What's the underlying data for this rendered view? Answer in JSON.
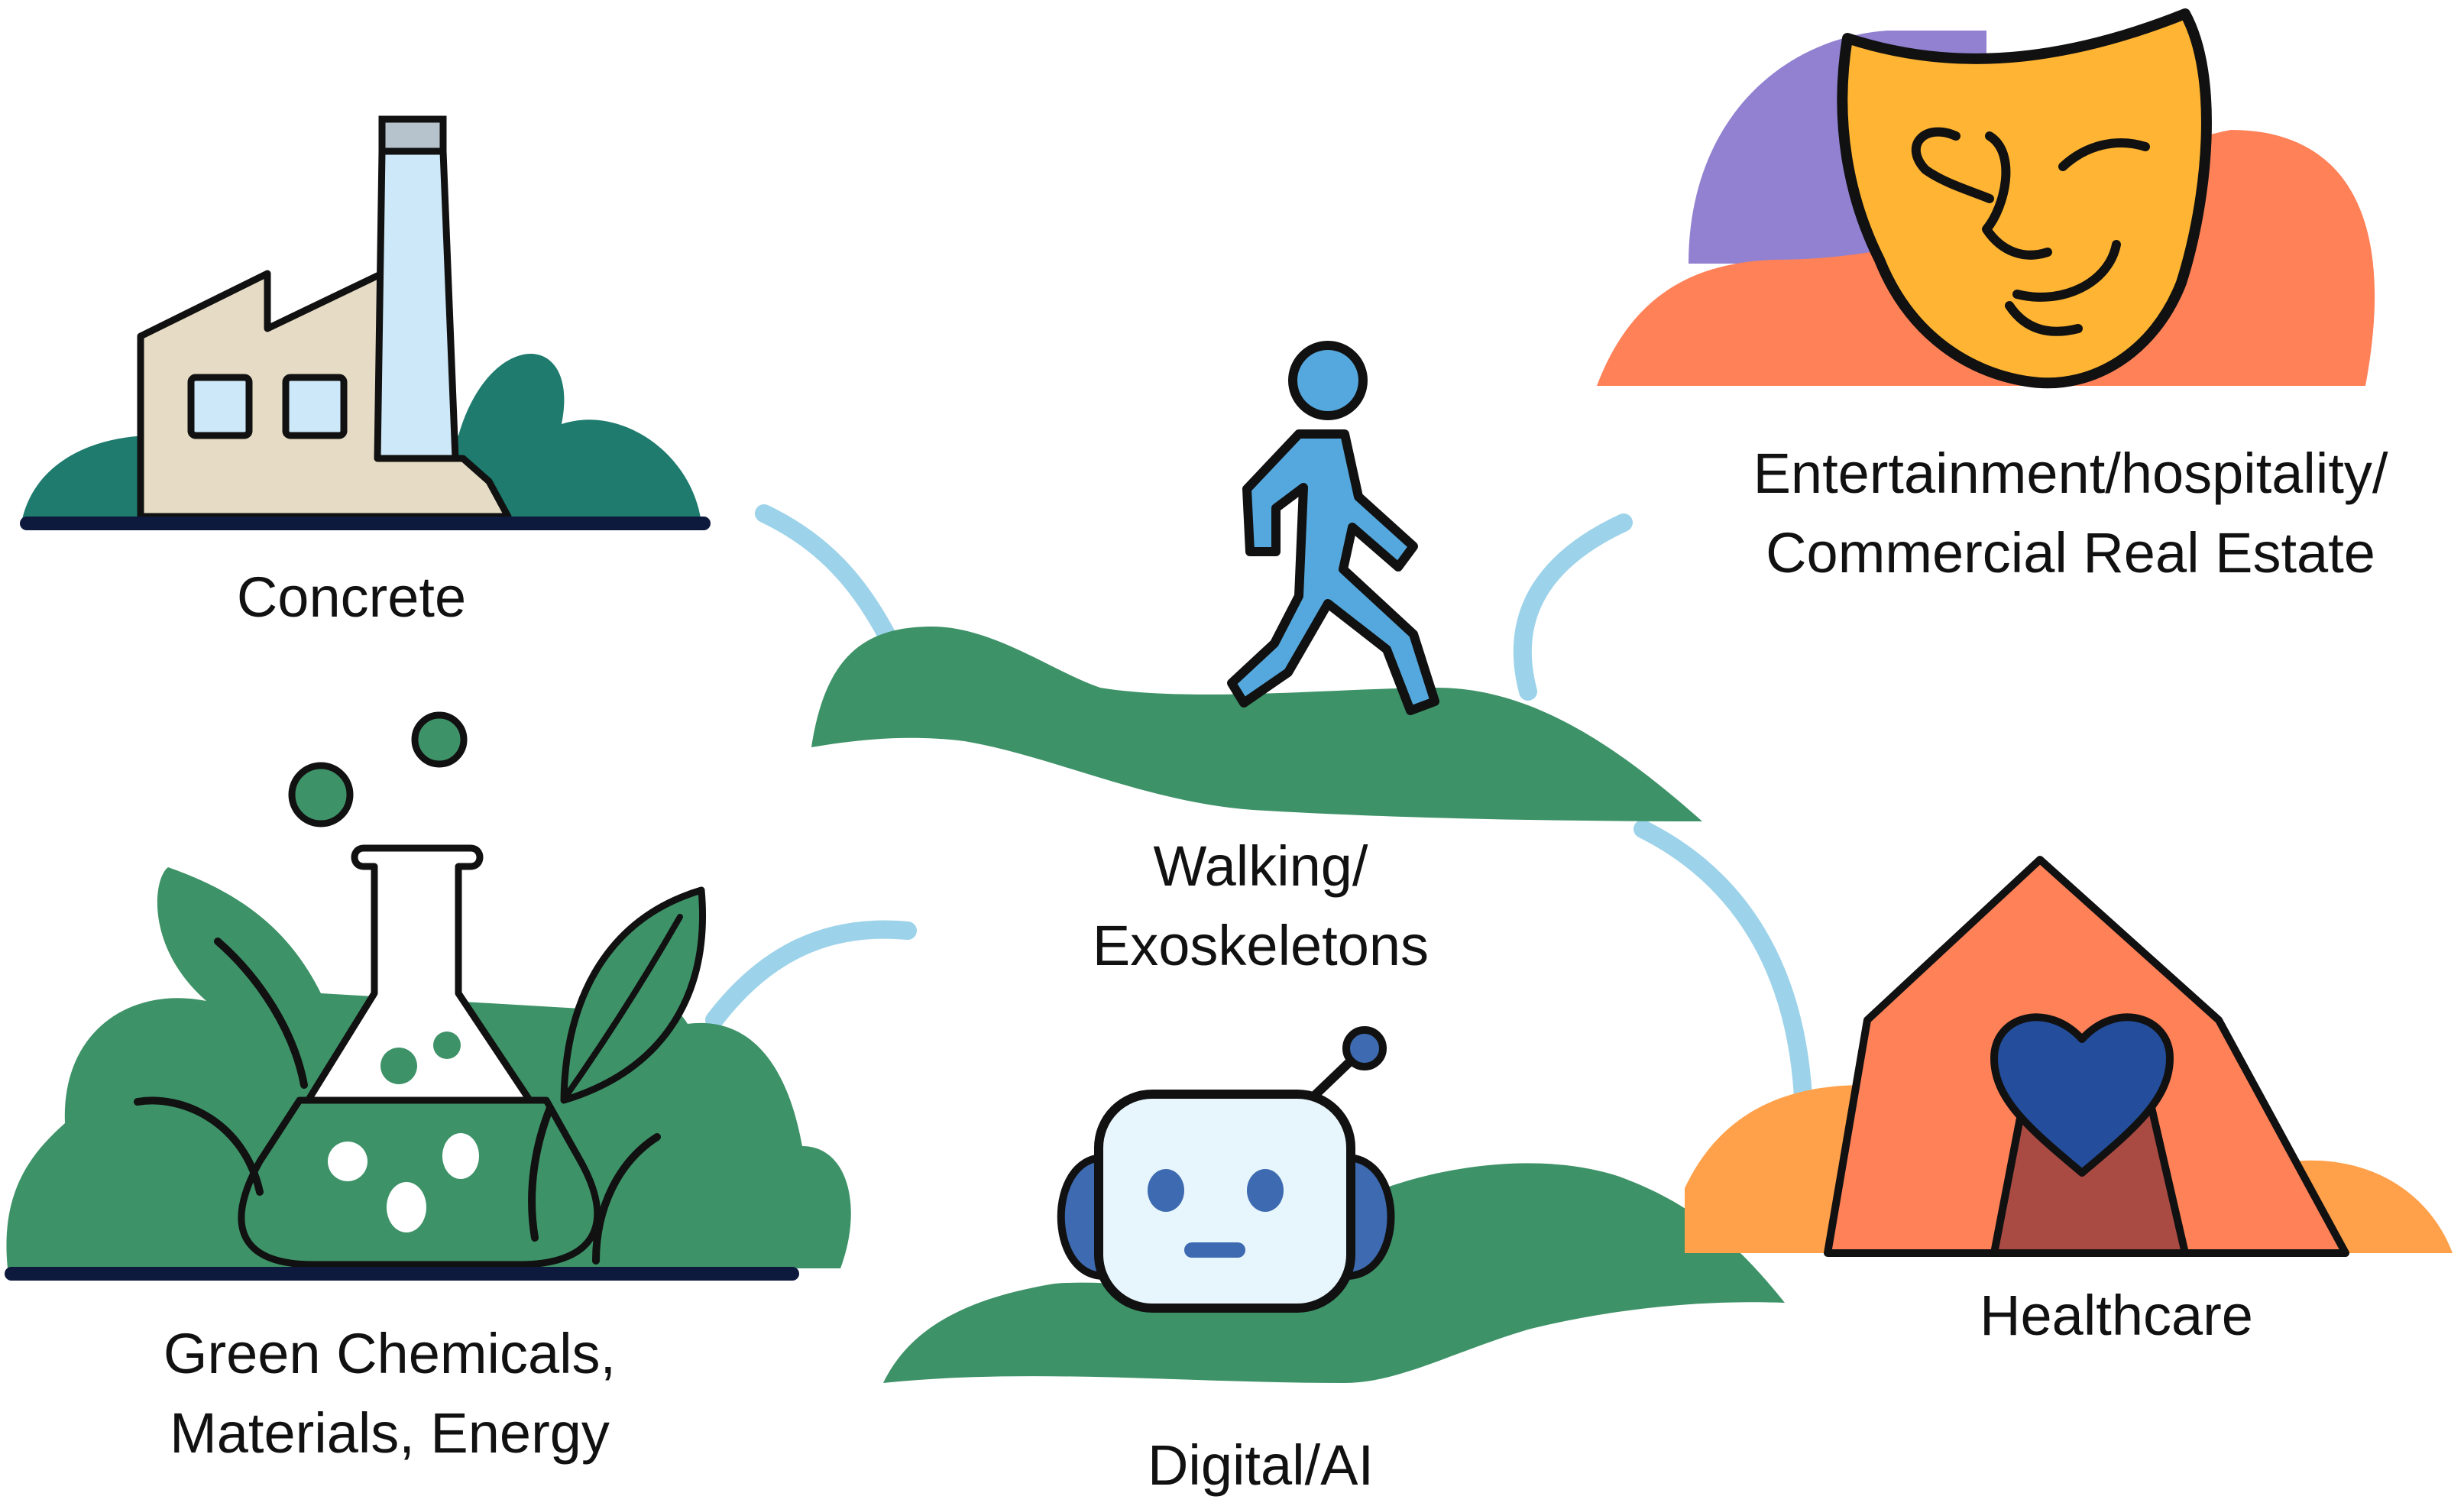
{
  "colors": {
    "dark_green": "#1e7b6e",
    "mid_green": "#3e9268",
    "light_blue": "#cde8f8",
    "connector_blue": "#9dd3ea",
    "walker_blue": "#55a8dd",
    "beige": "#e6dbc4",
    "orange": "#ff8158",
    "purple": "#9281d0",
    "mask_yellow": "#ffb533",
    "light_orange": "#ffa14a",
    "heart_blue": "#244e9c",
    "navy": "#0e1a3d",
    "tent_door": "#a94b43",
    "robot_face": "#e7f5fc",
    "robot_ears": "#3d6ab0"
  },
  "nodes": [
    {
      "id": "concrete",
      "icon": "factory-icon",
      "lines": [
        "Concrete"
      ]
    },
    {
      "id": "green-chem",
      "icon": "flask-leaf-icon",
      "lines": [
        "Green Chemicals,",
        "Materials, Energy"
      ]
    },
    {
      "id": "walking",
      "icon": "walking-person-icon",
      "lines": [
        "Walking/",
        "Exoskeletons"
      ]
    },
    {
      "id": "digital",
      "icon": "robot-icon",
      "lines": [
        "Digital/AI"
      ]
    },
    {
      "id": "entertainment",
      "icon": "theater-mask-icon",
      "lines": [
        "Entertainment/hospitality/",
        "Commercial Real Estate"
      ]
    },
    {
      "id": "healthcare",
      "icon": "tent-heart-icon",
      "lines": [
        "Healthcare"
      ]
    }
  ]
}
